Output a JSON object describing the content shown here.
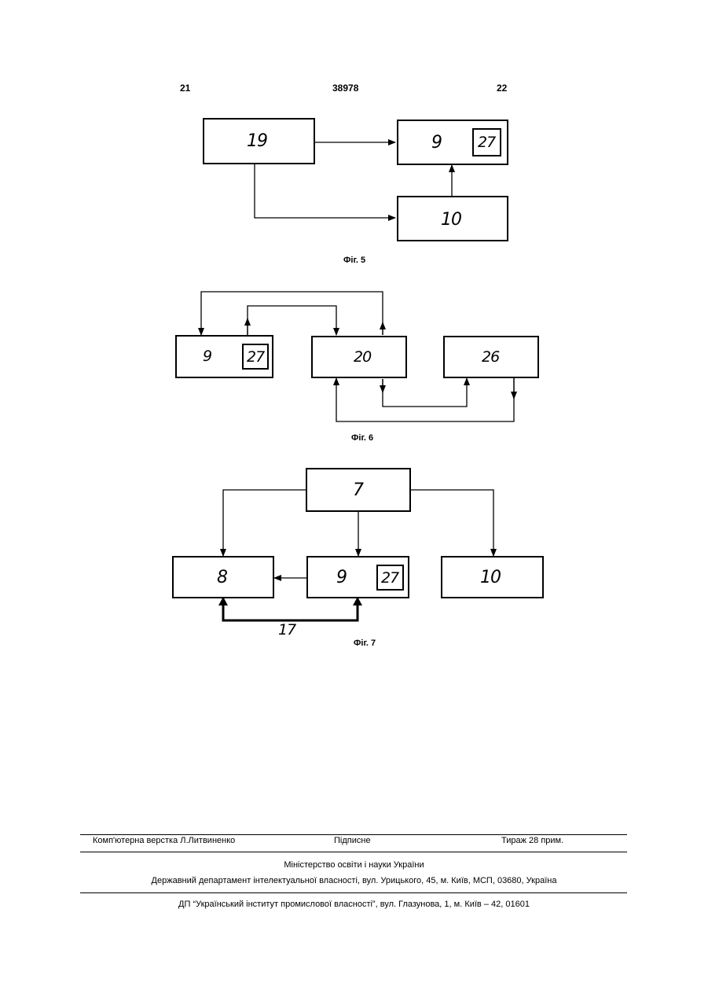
{
  "header": {
    "page_left": "21",
    "patent_number": "38978",
    "page_right": "22"
  },
  "fig5": {
    "caption": "Фіг. 5",
    "blocks": {
      "b19": "19",
      "b9": "9",
      "b27": "27",
      "b10": "10"
    }
  },
  "fig6": {
    "caption": "Фіг. 6",
    "blocks": {
      "b9": "9",
      "b27": "27",
      "b20": "20",
      "b26": "26"
    }
  },
  "fig7": {
    "caption": "Фіг. 7",
    "blocks": {
      "b7": "7",
      "b8": "8",
      "b9": "9",
      "b27": "27",
      "b10": "10"
    },
    "bus_label": "17"
  },
  "footer": {
    "layout": "Комп'ютерна верстка Л.Литвиненко",
    "signed": "Підписне",
    "circulation": "Тираж 28 прим.",
    "ministry": "Міністерство освіти і науки України",
    "department": "Державний департамент інтелектуальної власності, вул. Урицького, 45, м. Київ, МСП, 03680, Україна",
    "institute": "ДП “Український інститут промислової власності”, вул. Глазунова, 1, м. Київ – 42, 01601"
  }
}
